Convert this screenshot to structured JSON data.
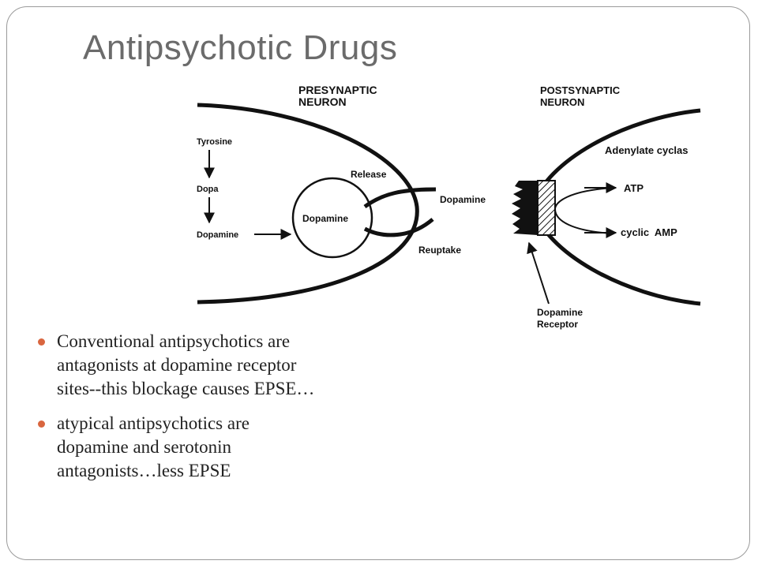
{
  "slide": {
    "title": "Antipsychotic Drugs",
    "accent_color": "#d9663f"
  },
  "diagram": {
    "presynaptic_label": [
      "PRESYNAPTIC",
      "NEURON"
    ],
    "postsynaptic_label": [
      "POSTSYNAPTIC",
      "NEURON"
    ],
    "tyrosine": "Tyrosine",
    "dopa": "Dopa",
    "dopamine_synthesis": "Dopamine",
    "vesicle_label": "Dopamine",
    "release": "Release",
    "synapse_dopamine": "Dopamine",
    "reuptake": "Reuptake",
    "adenylate": "Adenylate cyclas",
    "atp": "ATP",
    "camp": "cyclic  AMP",
    "receptor_label": [
      "Dopamine",
      "Receptor"
    ]
  },
  "bullets": [
    "Conventional antipsychotics are antagonists at dopamine receptor sites--this blockage causes EPSE…",
    " atypical antipsychotics are dopamine and serotonin antagonists…less EPSE"
  ]
}
